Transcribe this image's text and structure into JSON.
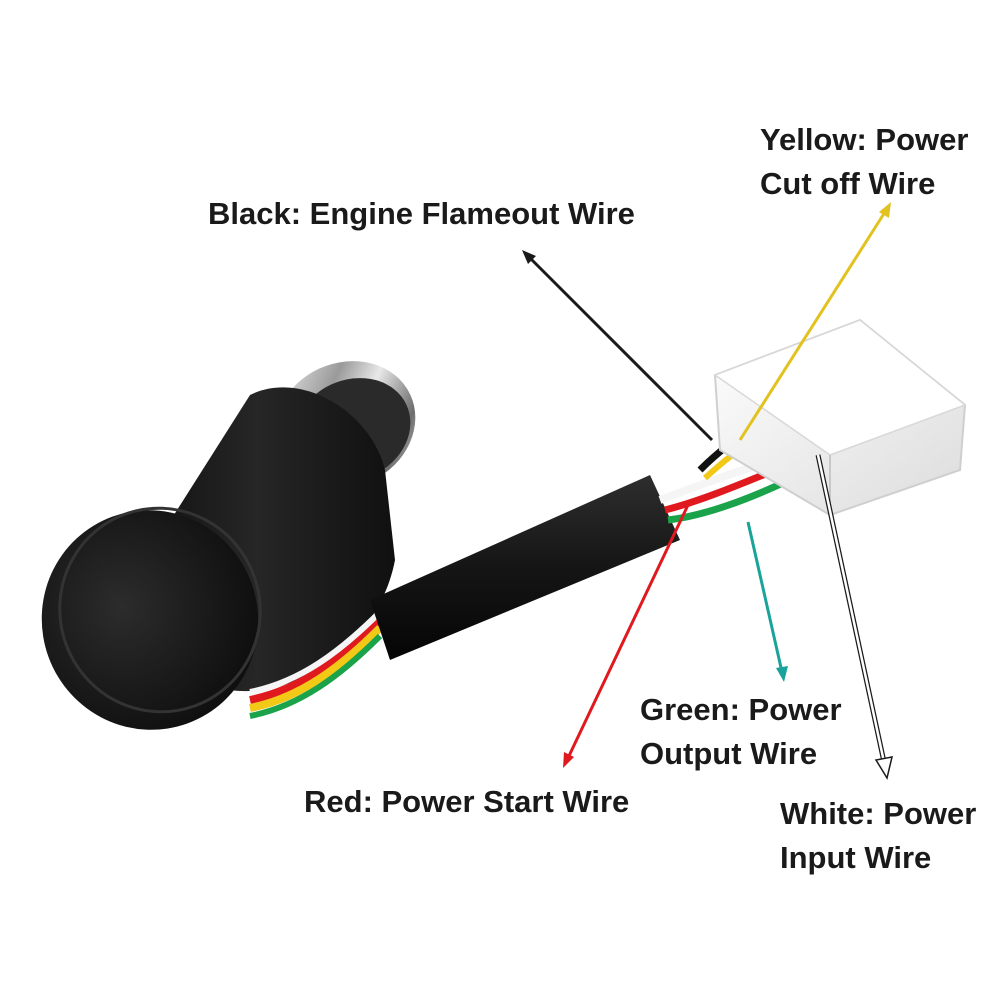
{
  "labels": {
    "black": {
      "lines": [
        "Black: Engine Flameout Wire"
      ],
      "color": "#1a1a1a"
    },
    "yellow": {
      "lines": [
        "Yellow: Power",
        "Cut off Wire"
      ],
      "color": "#e2c21e"
    },
    "green": {
      "lines": [
        "Green: Power",
        "Output Wire"
      ],
      "color": "#1aa39a"
    },
    "red": {
      "lines": [
        "Red: Power Start Wire"
      ],
      "color": "#e0191f"
    },
    "white": {
      "lines": [
        "White: Power",
        "Input Wire"
      ],
      "color": "#ffffff"
    }
  },
  "components": {
    "switch_body": "black-rotary-switch",
    "bezel": "chrome-bezel",
    "cable": "black-sheath-cable",
    "connector": "white-4-pin-connector"
  }
}
